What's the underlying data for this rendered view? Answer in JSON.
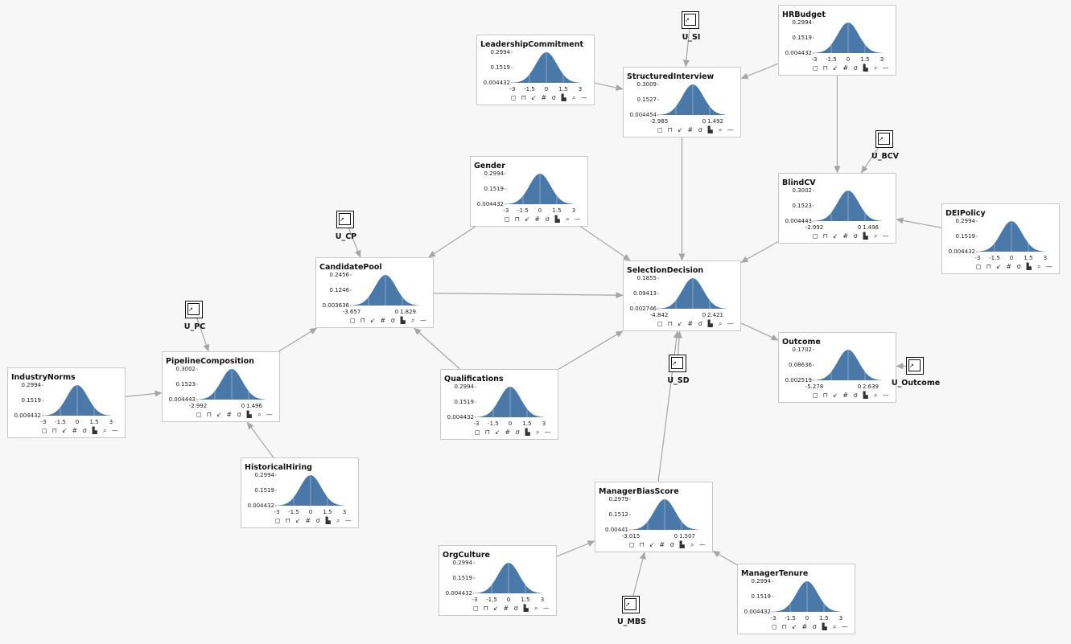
{
  "colors": {
    "curve": "#4a78a8",
    "curve_line": "#b4c8de",
    "edge": "#a6a6a6",
    "border": "#c9c9c9"
  },
  "toolbar_icons": [
    "square-icon",
    "pin-icon",
    "edge-arrow-icon",
    "grid-icon",
    "sigma-icon",
    "histogram-icon",
    "zoom-icon",
    "dash-icon"
  ],
  "toolbar_glyphs": [
    "◻",
    "⊓",
    "↙",
    "#",
    "σ",
    "▙",
    "⌕",
    "—"
  ],
  "nodes": [
    {
      "id": "LeadershipCommitment",
      "title": "LeadershipCommitment",
      "yticks": [
        "0.2994",
        "0.1519",
        "0.004432"
      ],
      "xticks": [
        "-3",
        "-1.5",
        "0",
        "1.5",
        "3"
      ]
    },
    {
      "id": "StructuredInterview",
      "title": "StructuredInterview",
      "yticks": [
        "0.3009",
        "0.1527",
        "0.004454"
      ],
      "xticks": [
        "-2.985",
        "0",
        "1.492"
      ]
    },
    {
      "id": "HRBudget",
      "title": "HRBudget",
      "yticks": [
        "0.2994",
        "0.1519",
        "0.004432"
      ],
      "xticks": [
        "-3",
        "-1.5",
        "0",
        "1.5",
        "3"
      ]
    },
    {
      "id": "Gender",
      "title": "Gender",
      "yticks": [
        "0.2994",
        "0.1519",
        "0.004432"
      ],
      "xticks": [
        "-3",
        "-1.5",
        "0",
        "1.5",
        "3"
      ]
    },
    {
      "id": "BlindCV",
      "title": "BlindCV",
      "yticks": [
        "0.3002",
        "0.1523",
        "0.004443"
      ],
      "xticks": [
        "-2.992",
        "0",
        "1.496"
      ]
    },
    {
      "id": "DEIPolicy",
      "title": "DEIPolicy",
      "yticks": [
        "0.2994",
        "0.1519",
        "0.004432"
      ],
      "xticks": [
        "-3",
        "-1.5",
        "0",
        "1.5",
        "3"
      ]
    },
    {
      "id": "CandidatePool",
      "title": "CandidatePool",
      "yticks": [
        "0.2456",
        "0.1246",
        "0.003636"
      ],
      "xticks": [
        "-3.657",
        "0",
        "1.829"
      ]
    },
    {
      "id": "SelectionDecision",
      "title": "SelectionDecision",
      "yticks": [
        "0.1855",
        "0.09413",
        "0.002746"
      ],
      "xticks": [
        "-4.842",
        "0",
        "2.421"
      ]
    },
    {
      "id": "Outcome",
      "title": "Outcome",
      "yticks": [
        "0.1702",
        "0.08636",
        "0.002519"
      ],
      "xticks": [
        "-5.278",
        "0",
        "2.639"
      ]
    },
    {
      "id": "IndustryNorms",
      "title": "IndustryNorms",
      "yticks": [
        "0.2994",
        "0.1519",
        "0.004432"
      ],
      "xticks": [
        "-3",
        "-1.5",
        "0",
        "1.5",
        "3"
      ]
    },
    {
      "id": "PipelineComposition",
      "title": "PipelineComposition",
      "yticks": [
        "0.3002",
        "0.1523",
        "0.004443"
      ],
      "xticks": [
        "-2.992",
        "0",
        "1.496"
      ]
    },
    {
      "id": "Qualifications",
      "title": "Qualifications",
      "yticks": [
        "0.2994",
        "0.1519",
        "0.004432"
      ],
      "xticks": [
        "-3",
        "-1.5",
        "0",
        "1.5",
        "3"
      ]
    },
    {
      "id": "HistoricalHiring",
      "title": "HistoricalHiring",
      "yticks": [
        "0.2994",
        "0.1519",
        "0.004432"
      ],
      "xticks": [
        "-3",
        "-1.5",
        "0",
        "1.5",
        "3"
      ]
    },
    {
      "id": "ManagerBiasScore",
      "title": "ManagerBiasScore",
      "yticks": [
        "0.2979",
        "0.1512",
        "0.00441"
      ],
      "xticks": [
        "-3.015",
        "0",
        "1.507"
      ]
    },
    {
      "id": "OrgCulture",
      "title": "OrgCulture",
      "yticks": [
        "0.2994",
        "0.1519",
        "0.004432"
      ],
      "xticks": [
        "-3",
        "-1.5",
        "0",
        "1.5",
        "3"
      ]
    },
    {
      "id": "ManagerTenure",
      "title": "ManagerTenure",
      "yticks": [
        "0.2994",
        "0.1519",
        "0.004432"
      ],
      "xticks": [
        "-3",
        "-1.5",
        "0",
        "1.5",
        "3"
      ]
    }
  ],
  "noise_nodes": [
    {
      "id": "U_SI",
      "label": "U_SI"
    },
    {
      "id": "U_BCV",
      "label": "U_BCV"
    },
    {
      "id": "U_CP",
      "label": "U_CP"
    },
    {
      "id": "U_PC",
      "label": "U_PC"
    },
    {
      "id": "U_SD",
      "label": "U_SD"
    },
    {
      "id": "U_Outcome",
      "label": "U_Outcome"
    },
    {
      "id": "U_MBS",
      "label": "U_MBS"
    }
  ],
  "edges": [
    [
      "U_SI",
      "StructuredInterview"
    ],
    [
      "LeadershipCommitment",
      "StructuredInterview"
    ],
    [
      "HRBudget",
      "StructuredInterview"
    ],
    [
      "HRBudget",
      "BlindCV"
    ],
    [
      "U_BCV",
      "BlindCV"
    ],
    [
      "StructuredInterview",
      "SelectionDecision"
    ],
    [
      "BlindCV",
      "SelectionDecision"
    ],
    [
      "DEIPolicy",
      "BlindCV"
    ],
    [
      "Gender",
      "CandidatePool"
    ],
    [
      "Gender",
      "SelectionDecision"
    ],
    [
      "U_CP",
      "CandidatePool"
    ],
    [
      "CandidatePool",
      "SelectionDecision"
    ],
    [
      "U_PC",
      "PipelineComposition"
    ],
    [
      "PipelineComposition",
      "CandidatePool"
    ],
    [
      "IndustryNorms",
      "PipelineComposition"
    ],
    [
      "HistoricalHiring",
      "PipelineComposition"
    ],
    [
      "Qualifications",
      "CandidatePool"
    ],
    [
      "Qualifications",
      "SelectionDecision"
    ],
    [
      "U_SD",
      "SelectionDecision"
    ],
    [
      "SelectionDecision",
      "Outcome"
    ],
    [
      "U_Outcome",
      "Outcome"
    ],
    [
      "ManagerBiasScore",
      "SelectionDecision"
    ],
    [
      "OrgCulture",
      "ManagerBiasScore"
    ],
    [
      "ManagerTenure",
      "ManagerBiasScore"
    ],
    [
      "U_MBS",
      "ManagerBiasScore"
    ]
  ]
}
